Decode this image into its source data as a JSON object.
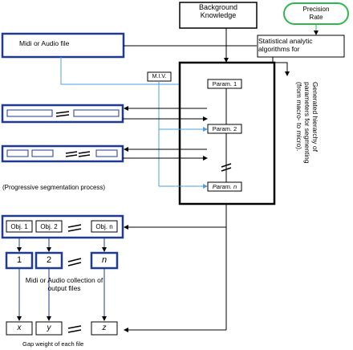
{
  "title": "",
  "nodes": {
    "background_knowledge": [
      "Background",
      "Knowledge"
    ],
    "precision_rate": [
      "Precision",
      "Rate"
    ],
    "midi_audio_file": "Midi or Audio file",
    "statistical_algorithms": [
      "Statistical analytic",
      "algorithms for"
    ],
    "miv": "M.I.V.",
    "params": [
      "Param. 1",
      "Param. 2",
      "Param. n"
    ],
    "objects": [
      "Obj. 1",
      "Obj. 2",
      "Obj. n"
    ],
    "collection_indices": [
      "1",
      "2",
      "n"
    ],
    "gap_weights": [
      "x",
      "y",
      "z"
    ]
  },
  "labels": {
    "segmentation_process": "(Progressive segmentation process)",
    "collection": [
      "Midi or Audio collection of",
      "output files"
    ],
    "gap_weight": "Gap weight of each file",
    "hierarchy": [
      "Generated hierarchy of",
      "parameters for segmenting",
      "(from macro- to micro)."
    ]
  },
  "colors": {
    "blue": "#1f3a8f",
    "green": "#2fb84a",
    "cyan": "#4f9fe0",
    "black": "#000000"
  }
}
